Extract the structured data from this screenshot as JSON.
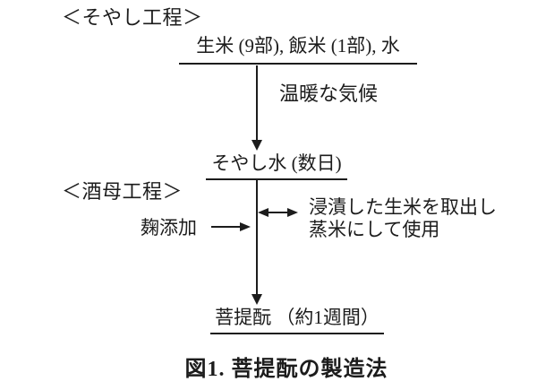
{
  "colors": {
    "ink": "#1c1c1c",
    "background": "#ffffff"
  },
  "diagram": {
    "stage_labels": {
      "soyashi": "＜そやし工程＞",
      "shubo": "＜酒母工程＞"
    },
    "nodes": {
      "ingredients": "生米 (9部), 飯米 (1部), 水",
      "soyashi_water": "そやし水 (数日)",
      "bodaimoto": "菩提酛 （約1週間）"
    },
    "arrows": {
      "warm_climate_label": "温暖な気候",
      "koji_label": "麹添加",
      "exchange_note_line1": "浸漬した生米を取出し",
      "exchange_note_line2": "蒸米にして使用"
    }
  },
  "caption": "図1. 菩提酛の製造法"
}
